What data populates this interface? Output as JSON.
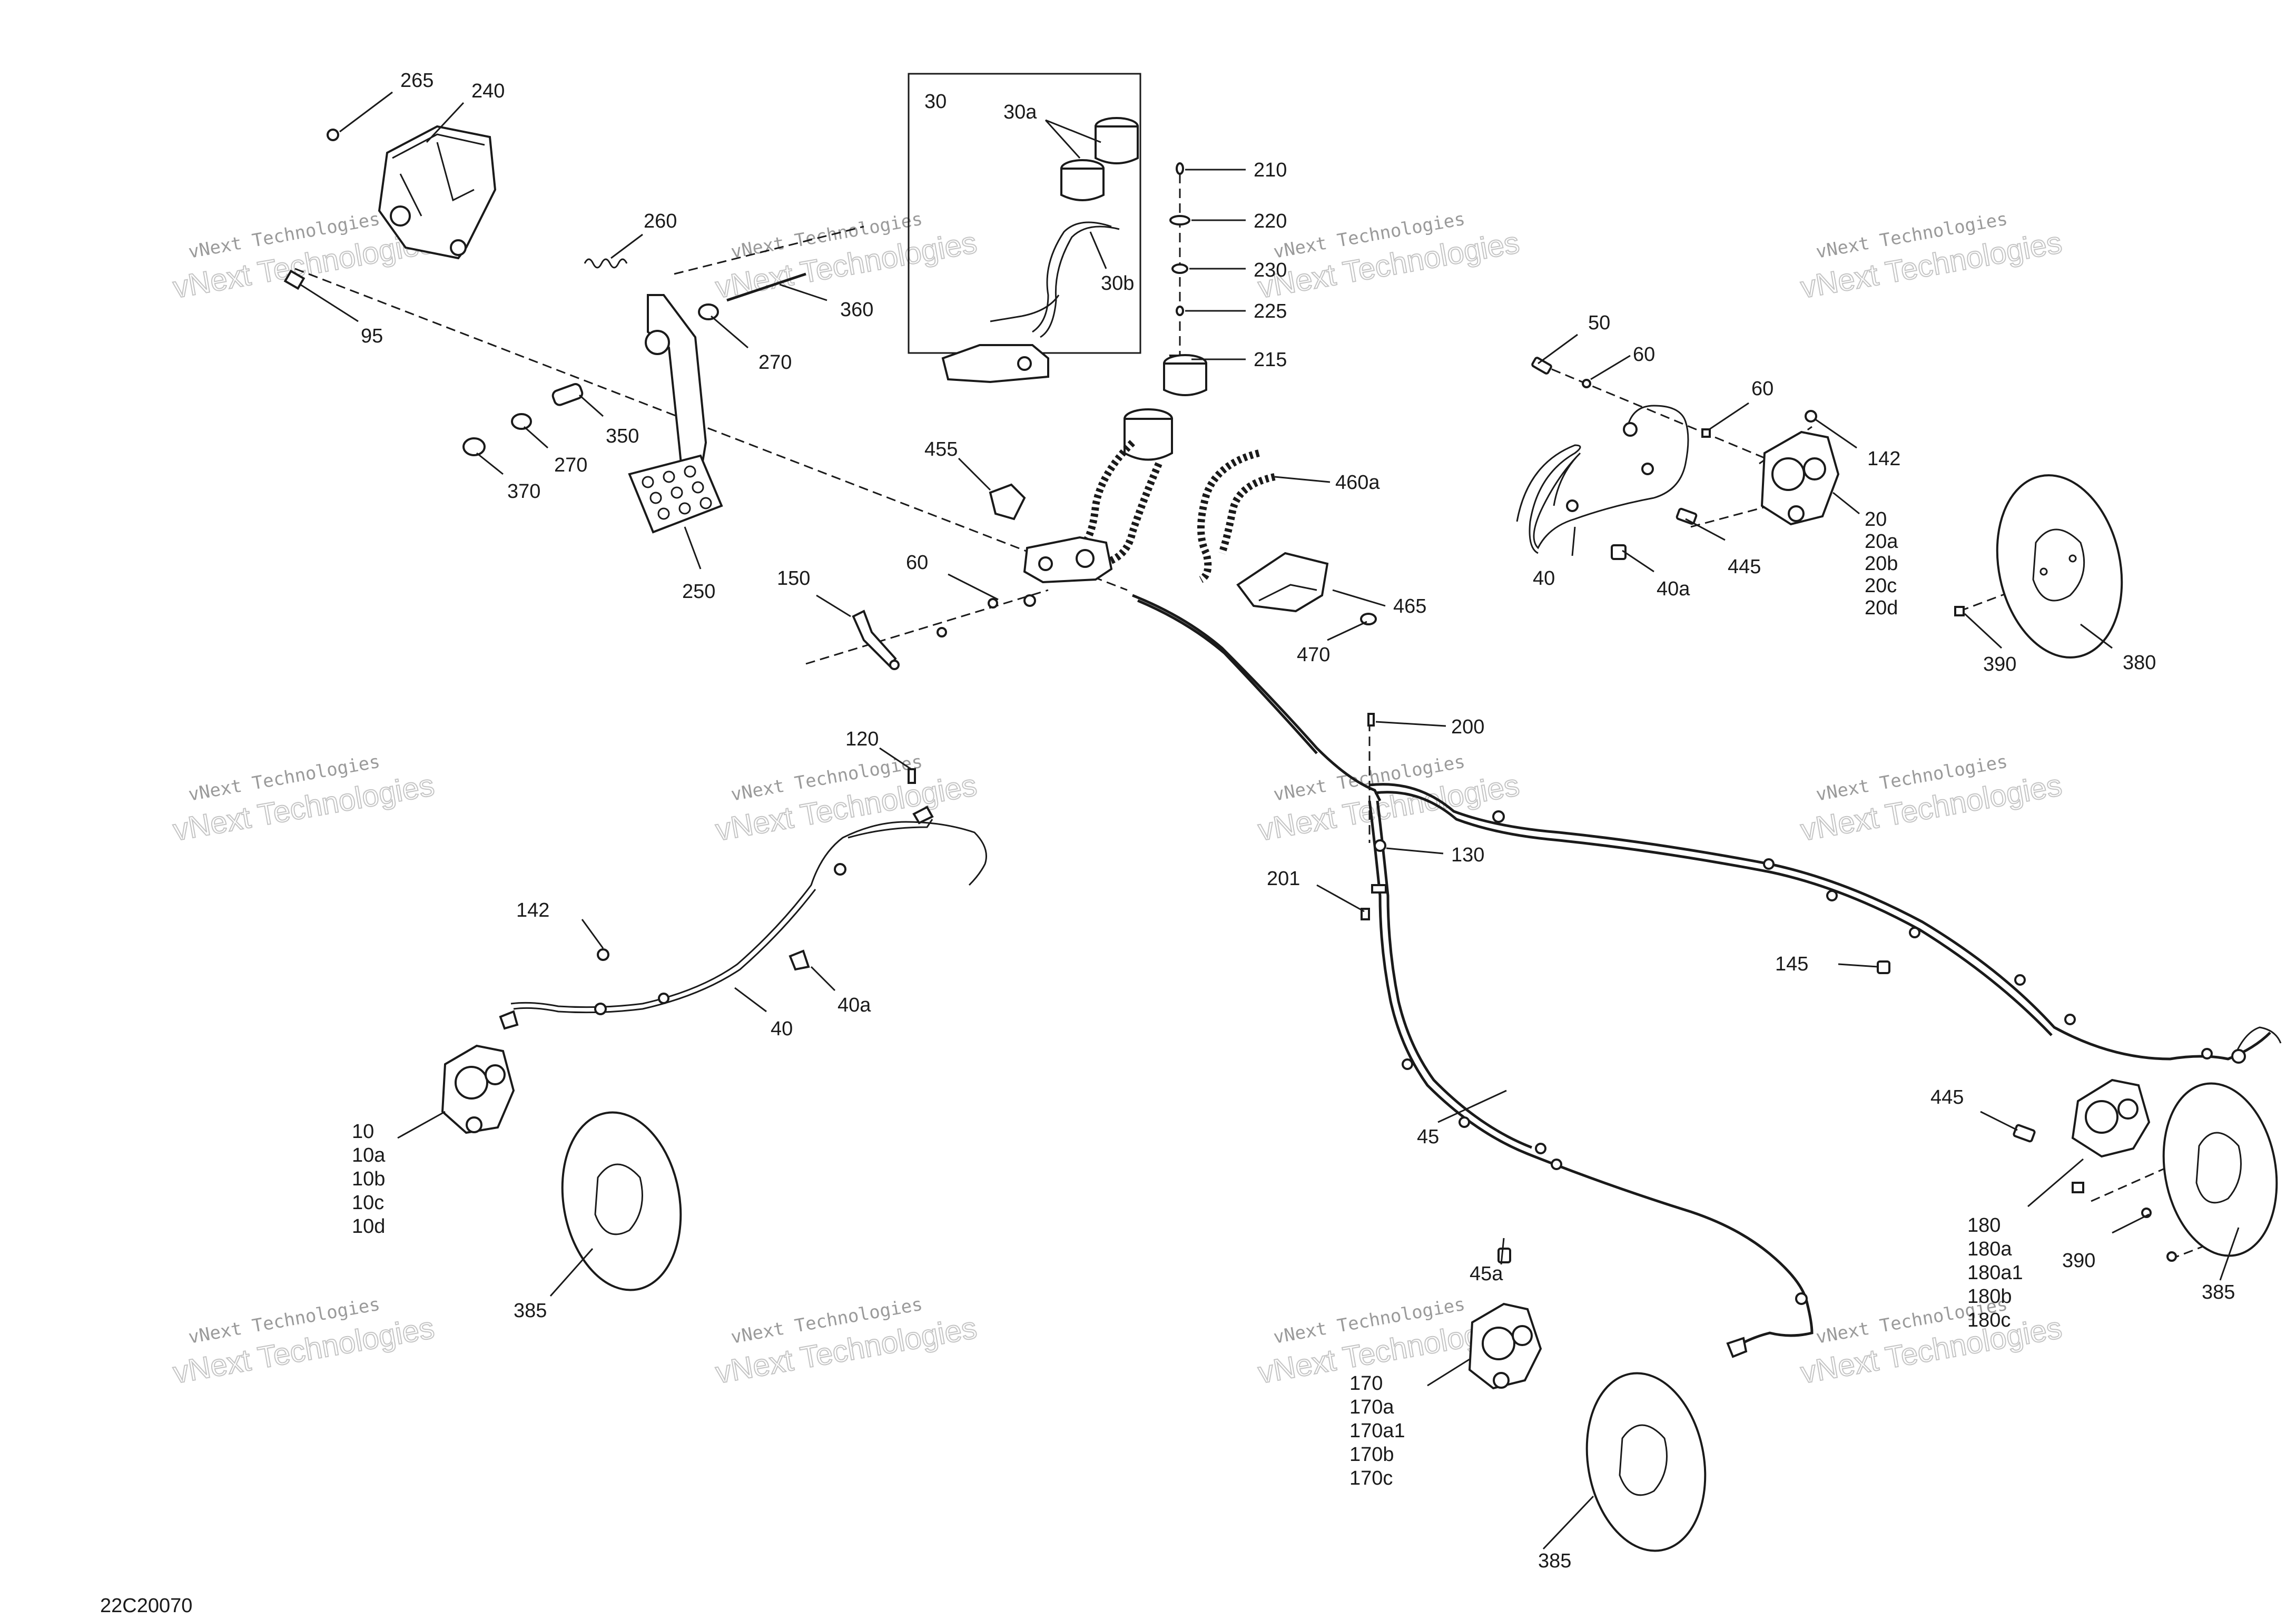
{
  "diagram_code": "22C20070",
  "watermark": {
    "line1": "vNext Technologies",
    "line2": "vNext Technologies"
  },
  "labels": [
    "265",
    "240",
    "260",
    "360",
    "95",
    "270",
    "350",
    "270",
    "370",
    "250",
    "30",
    "30a",
    "30b",
    "210",
    "220",
    "230",
    "225",
    "215",
    "460a",
    "455",
    "465",
    "470",
    "60",
    "150",
    "50",
    "60",
    "60",
    "142",
    "20",
    "20a",
    "20b",
    "20c",
    "20d",
    "445",
    "40a",
    "40",
    "390",
    "380",
    "200",
    "130",
    "201",
    "145",
    "120",
    "142",
    "40a",
    "40",
    "10",
    "10a",
    "10b",
    "10c",
    "10d",
    "385",
    "45",
    "45a",
    "170",
    "170a",
    "170a1",
    "170b",
    "170c",
    "385",
    "445",
    "180",
    "180a",
    "180a1",
    "180b",
    "180c",
    "390",
    "385"
  ]
}
